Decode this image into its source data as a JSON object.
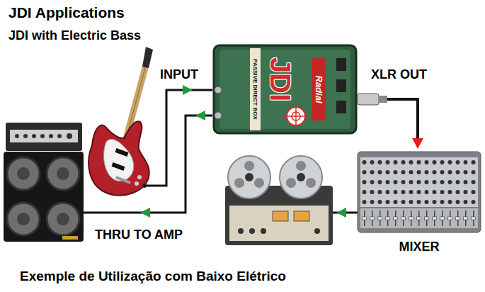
{
  "diagram": {
    "title": "JDI Applications",
    "caption": "Exemple de Utilização com Baixo Elétrico",
    "nodes": [
      {
        "text": [
          "PASSIVE DIRECT BOX",
          "JDI",
          "Radial"
        ]
      },
      {
        "text": [
          "MIXER"
        ]
      }
    ],
    "edges": [
      {
        "from": 0,
        "to": 1,
        "arrow": "to",
        "label": "XLR OUT"
      }
    ],
    "labels": [
      "JDI with Electric Bass",
      "INPUT",
      "THRU TO AMP"
    ]
  }
}
